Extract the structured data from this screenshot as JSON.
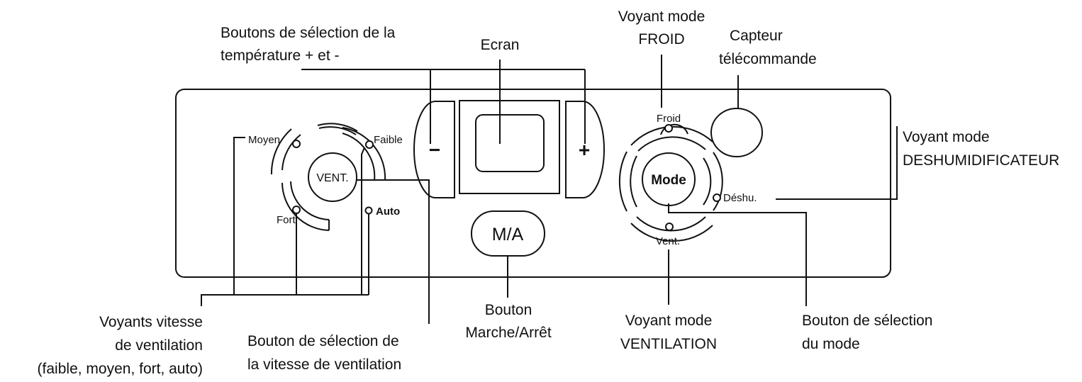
{
  "colors": {
    "ink": "#111111",
    "background": "#ffffff"
  },
  "callouts": {
    "temp_buttons": [
      "Boutons de sélection de la",
      "température + et -"
    ],
    "screen": [
      "Ecran"
    ],
    "cold_led": [
      "Voyant mode",
      "FROID"
    ],
    "remote_sensor": [
      "Capteur",
      "télécommande"
    ],
    "dehum_led": [
      "Voyant mode",
      "DESHUMIDIFICATEUR"
    ],
    "fan_speed_leds": [
      "Voyants vitesse",
      "de ventilation",
      "(faible, moyen, fort, auto)"
    ],
    "fan_speed_button": [
      "Bouton de sélection de",
      "la vitesse de ventilation"
    ],
    "power_button": [
      "Bouton",
      "Marche/Arrêt"
    ],
    "fan_mode_led": [
      "Voyant mode",
      "VENTILATION"
    ],
    "mode_button": [
      "Bouton de sélection",
      "du mode"
    ]
  },
  "panel": {
    "minus_label": "−",
    "plus_label": "+",
    "fan_labels": {
      "medium": "Moyen",
      "low": "Faible",
      "high": "Fort",
      "auto": "Auto",
      "button": "VENT."
    },
    "power_label": "M/A",
    "mode_labels": {
      "cold": "Froid",
      "dehum": "Déshu.",
      "fan": "Vent.",
      "button": "Mode"
    }
  }
}
